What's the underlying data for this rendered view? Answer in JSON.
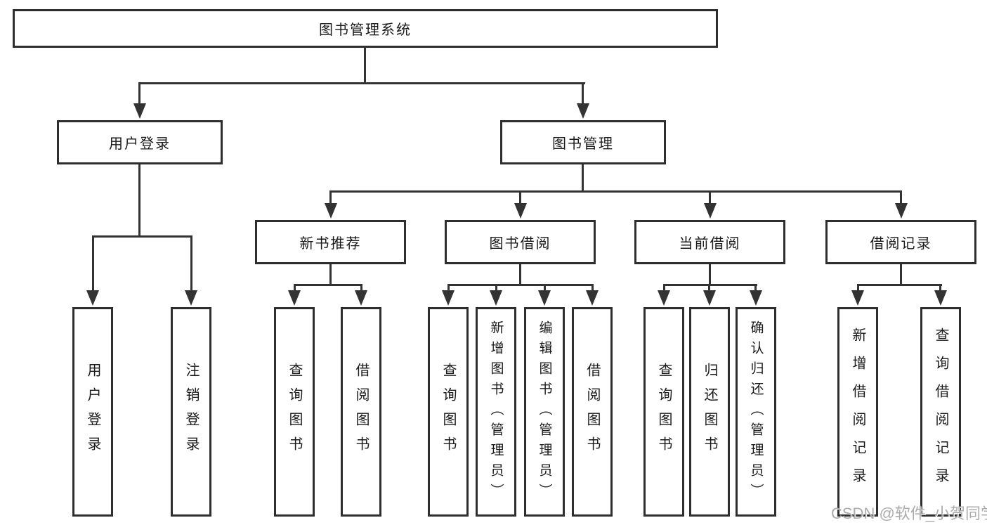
{
  "watermark": {
    "text": "CSDN @软件_小贺同学"
  },
  "colors": {
    "line": "#333333",
    "box_border": "#2e2e2e",
    "text": "#1a1a1a",
    "watermark": "#a8a8a8",
    "background": "#ffffff"
  },
  "tree": {
    "root": "图书管理系统",
    "branches": [
      {
        "label": "用户登录",
        "children": [
          "用户登录",
          "注销登录"
        ]
      },
      {
        "label": "图书管理",
        "children": [
          {
            "label": "新书推荐",
            "children": [
              "查询图书",
              "借阅图书"
            ]
          },
          {
            "label": "图书借阅",
            "children": [
              "查询图书",
              "新增图书（管理员）",
              "编辑图书（管理员）",
              "借阅图书"
            ]
          },
          {
            "label": "当前借阅",
            "children": [
              "查询图书",
              "归还图书",
              "确认归还（管理员）"
            ]
          },
          {
            "label": "借阅记录",
            "children": [
              "新增借阅记录",
              "查询借阅记录"
            ]
          }
        ]
      }
    ]
  }
}
